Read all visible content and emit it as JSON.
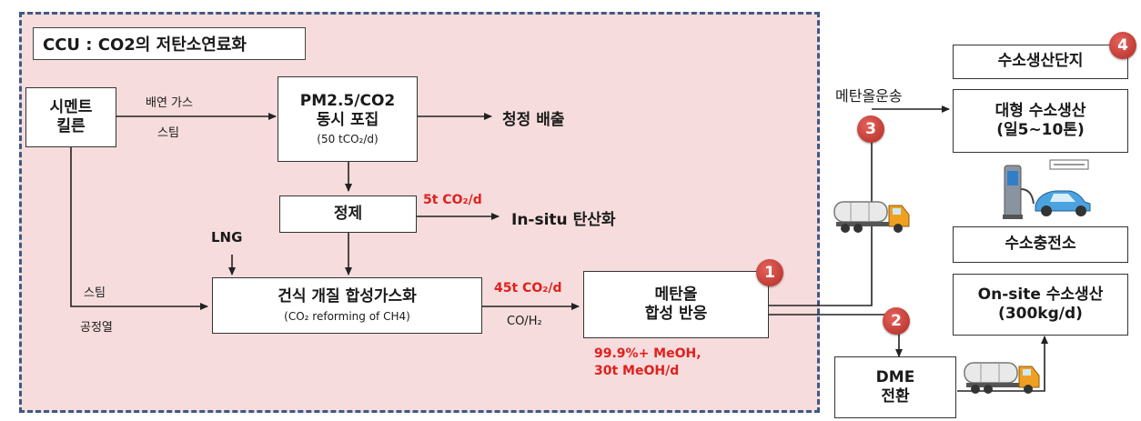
{
  "title": "CCU : CO2의 저탄소연료화",
  "nodes": {
    "cement_kiln": "시멘트\n킬른",
    "capture": {
      "title": "PM2.5/CO2\n동시 포집",
      "sub": "(50 tCO₂/d)"
    },
    "purify": "정제",
    "clean_exhaust": "청정 배출",
    "insitu": "In-situ 탄산화",
    "reforming": {
      "title": "건식 개질 합성가스화",
      "sub": "(CO₂ reforming of CH4)"
    },
    "methanol": "메탄올\n합성 반응",
    "h2_complex": "수소생산단지",
    "large_h2": "대형 수소생산\n(일5~10톤)",
    "station": "수소충전소",
    "onsite": "On-site 수소생산\n(300kg/d)",
    "dme": "DME\n전환"
  },
  "labels": {
    "flue_gas": "배연 가스",
    "steam_top": "스팀",
    "lng": "LNG",
    "steam_left": "스팀",
    "process_heat": "공정열",
    "co2_5t": "5t CO₂/d",
    "co2_45t": "45t CO₂/d",
    "co_h2": "CO/H₂",
    "meoh_purity": "99.9%+ MeOH,",
    "meoh_rate": "30t MeOH/d",
    "methanol_transport": "메탄올운송"
  },
  "badges": [
    "1",
    "2",
    "3",
    "4"
  ],
  "icons": [
    "tanker-truck-icon",
    "tanker-truck-icon",
    "hydrogen-station-icon"
  ],
  "colors": {
    "panel_bg": "#f6dcdc",
    "panel_border": "#3e5a86",
    "highlight": "#e0201e",
    "badge": "#c0392b"
  }
}
